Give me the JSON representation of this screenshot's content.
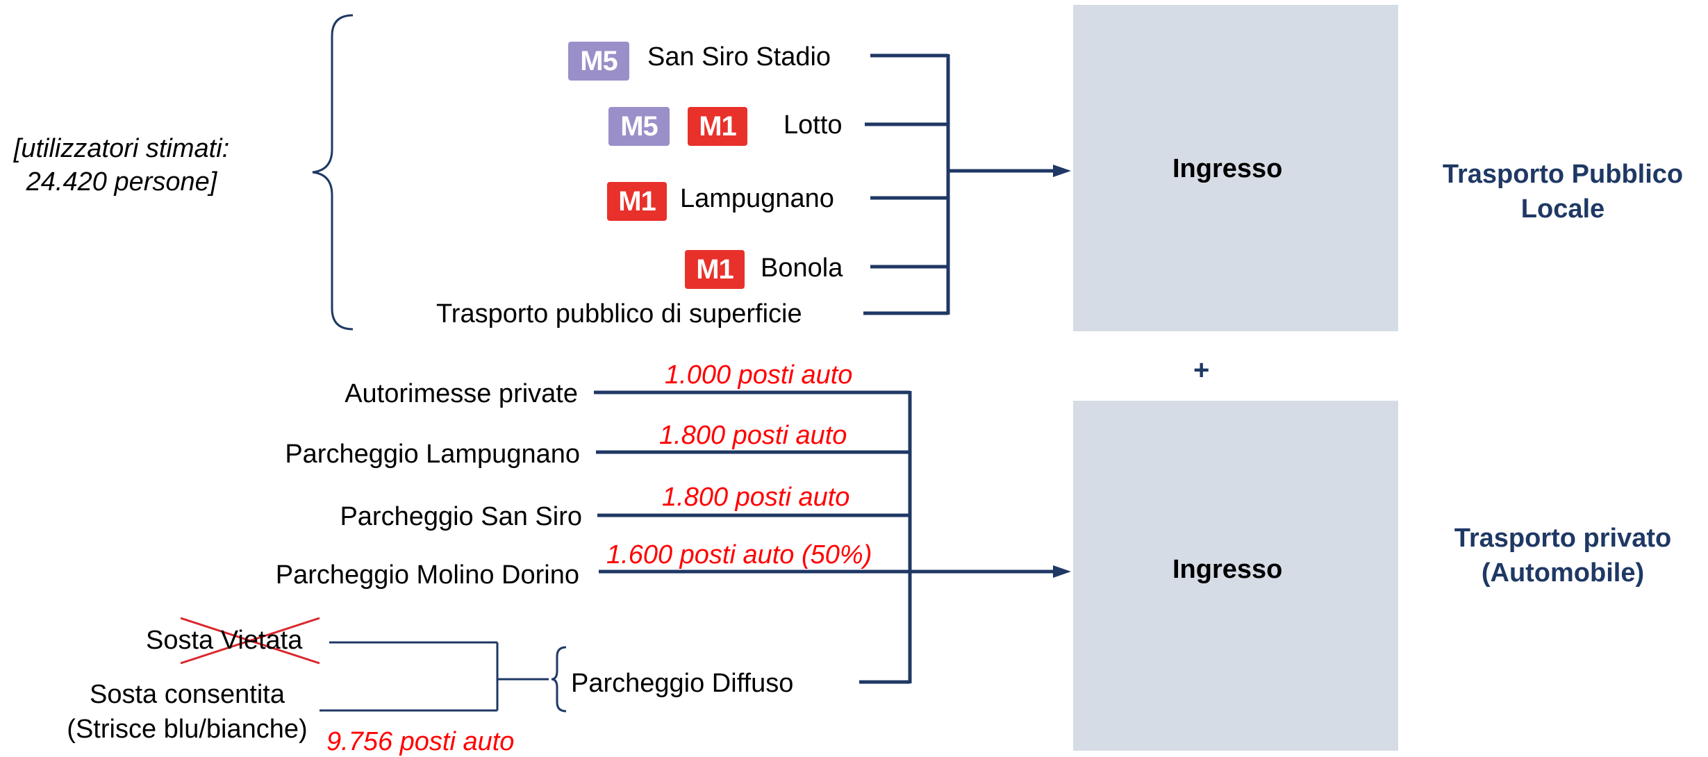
{
  "estimate": {
    "line1": "[utilizzatori stimati:",
    "line2": "24.420 persone]"
  },
  "public_transport": {
    "stations": [
      {
        "name": "San Siro Stadio",
        "badges": [
          "M5"
        ]
      },
      {
        "name": "Lotto",
        "badges": [
          "M5",
          "M1"
        ]
      },
      {
        "name": "Lampugnano",
        "badges": [
          "M1"
        ]
      },
      {
        "name": "Bonola",
        "badges": [
          "M1"
        ]
      },
      {
        "name": "Trasporto pubblico di superficie",
        "badges": []
      }
    ],
    "badge_labels": {
      "m5": "M5",
      "m1": "M1"
    },
    "entrance_label": "Ingresso",
    "category_line1": "Trasporto Pubblico",
    "category_line2": "Locale"
  },
  "connector": "+",
  "private_transport": {
    "parkings": [
      {
        "name": "Autorimesse private",
        "capacity": "1.000 posti auto"
      },
      {
        "name": "Parcheggio Lampugnano",
        "capacity": "1.800 posti auto"
      },
      {
        "name": "Parcheggio San Siro",
        "capacity": "1.800 posti auto"
      },
      {
        "name": "Parcheggio Molino Dorino",
        "capacity": "1.600 posti auto (50%)"
      }
    ],
    "diffuse": {
      "label": "Parcheggio Diffuso",
      "forbidden": "Sosta Vietata",
      "allowed_line1": "Sosta consentita",
      "allowed_line2": "(Strisce blu/bianche)",
      "capacity": "9.756 posti auto"
    },
    "entrance_label": "Ingresso",
    "category_line1": "Trasporto privato",
    "category_line2": "(Automobile)"
  },
  "colors": {
    "line": "#1f3864",
    "box": "#d6dce5",
    "capacity_text": "#ff0000",
    "m5": "#9b8fc9",
    "m1": "#e8312a"
  }
}
